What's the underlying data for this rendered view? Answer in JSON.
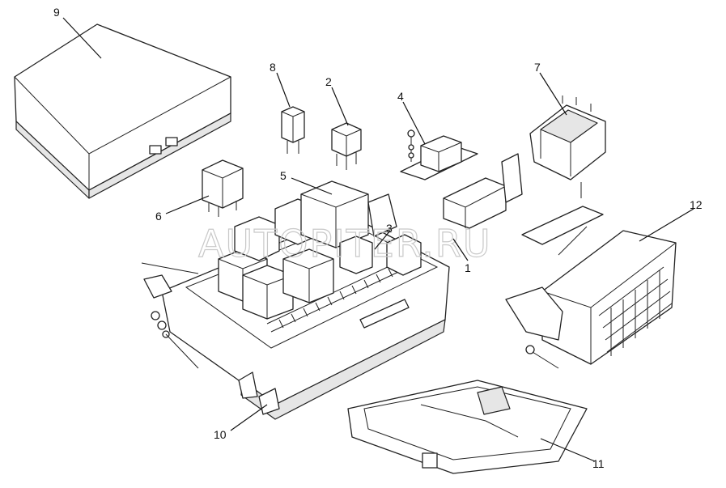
{
  "watermark": "AUTOPITER.RU",
  "callouts": {
    "c1": "1",
    "c2": "2",
    "c3": "3",
    "c4": "4",
    "c5": "5",
    "c6": "6",
    "c7": "7",
    "c8": "8",
    "c9": "9",
    "c10": "10",
    "c11": "11",
    "c12": "12"
  }
}
